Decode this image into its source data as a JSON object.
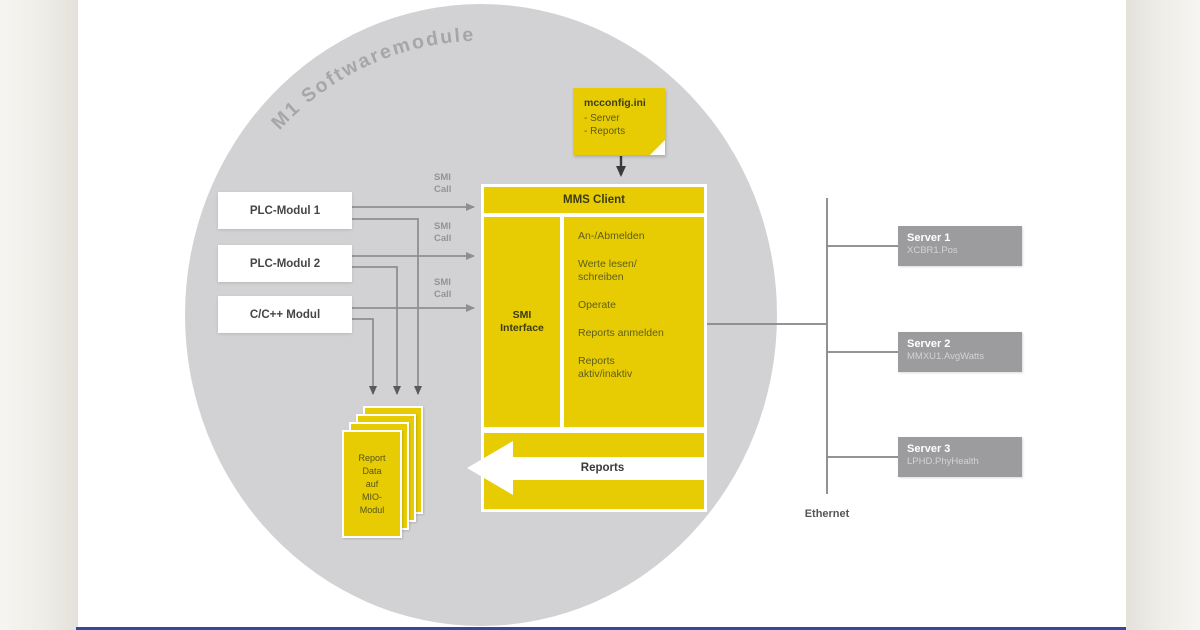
{
  "title": "M1 Softwaremodule",
  "config_note": {
    "title": "mcconfig.ini",
    "item1": "- Server",
    "item2": "- Reports"
  },
  "modules": [
    {
      "label": "PLC-Modul 1"
    },
    {
      "label": "PLC-Modul 2"
    },
    {
      "label": "C/C++ Modul"
    }
  ],
  "smi_call_label": "SMI\nCall",
  "mms_client": {
    "header": "MMS Client",
    "interface_label": "SMI\nInterface",
    "functions": [
      "An-/Abmelden",
      "Werte lesen/\nschreiben",
      "Operate",
      "Reports anmelden",
      "Reports\naktiv/inaktiv"
    ]
  },
  "reports_arrow_label": "Reports",
  "report_stack_label": "Report\nData\nauf\nMIO-\nModul",
  "servers": [
    {
      "name": "Server 1",
      "object": "XCBR1.Pos"
    },
    {
      "name": "Server 2",
      "object": "MMXU1.AvgWatts"
    },
    {
      "name": "Server 3",
      "object": "LPHD.PhyHealth"
    }
  ],
  "network_label": "Ethernet",
  "colors": {
    "yellow": "#e7cc04",
    "circle_gray": "#d2d2d4",
    "server_gray": "#9c9c9e",
    "line_gray": "#8f8f91",
    "accent_navy": "#35469b"
  }
}
